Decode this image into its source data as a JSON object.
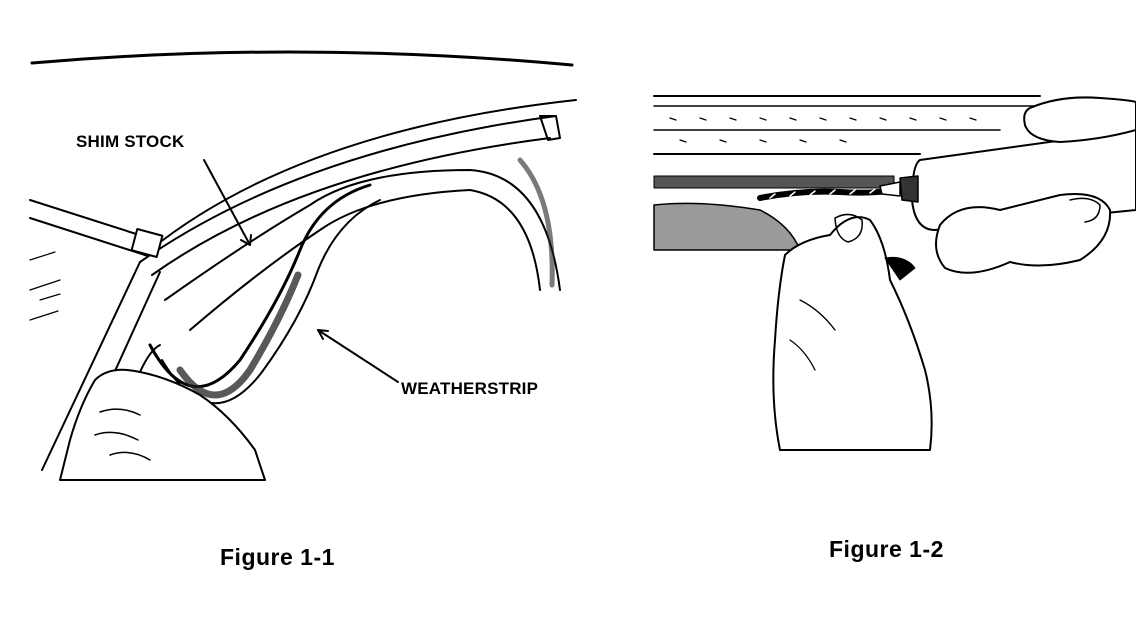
{
  "figure_1": {
    "caption": "Figure 1-1",
    "callouts": {
      "shim_stock": "SHIM STOCK",
      "weatherstrip": "WEATHERSTRIP"
    }
  },
  "figure_2": {
    "caption": "Figure 1-2"
  }
}
